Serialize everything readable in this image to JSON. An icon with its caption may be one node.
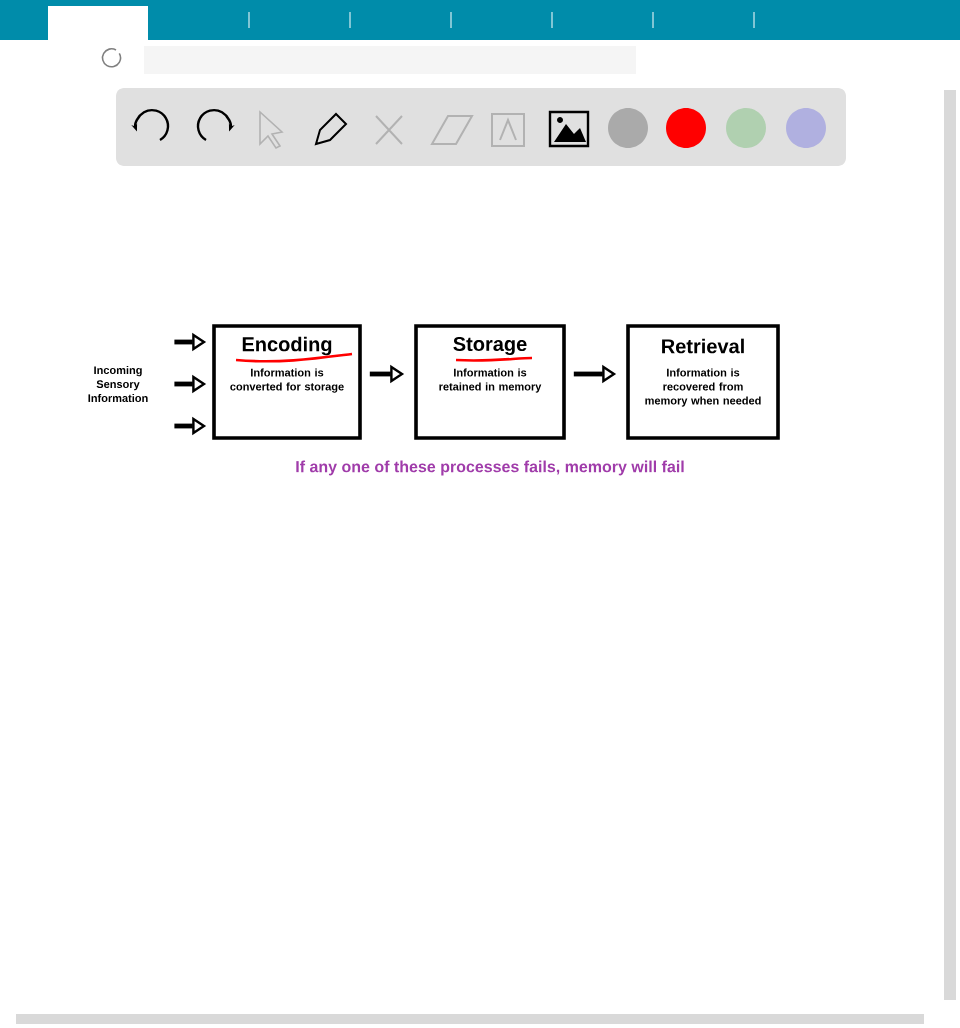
{
  "diagram": {
    "nodes": [
      {
        "text": [
          "Incoming Sensory Information"
        ]
      },
      {
        "text": [
          "Encoding",
          "Information is converted for storage"
        ]
      },
      {
        "text": [
          "Storage",
          "Information is retained in memory"
        ]
      },
      {
        "text": [
          "Retrieval",
          "Information is recovered from memory when needed"
        ]
      }
    ],
    "edges": [
      {
        "from": 0,
        "to": 1,
        "arrow": "to"
      },
      {
        "from": 0,
        "to": 1,
        "arrow": "to"
      },
      {
        "from": 0,
        "to": 1,
        "arrow": "to"
      },
      {
        "from": 1,
        "to": 2,
        "arrow": "to"
      },
      {
        "from": 2,
        "to": 3,
        "arrow": "to"
      }
    ],
    "labels": [
      "If any one of these processes fails, memory will fail"
    ]
  }
}
